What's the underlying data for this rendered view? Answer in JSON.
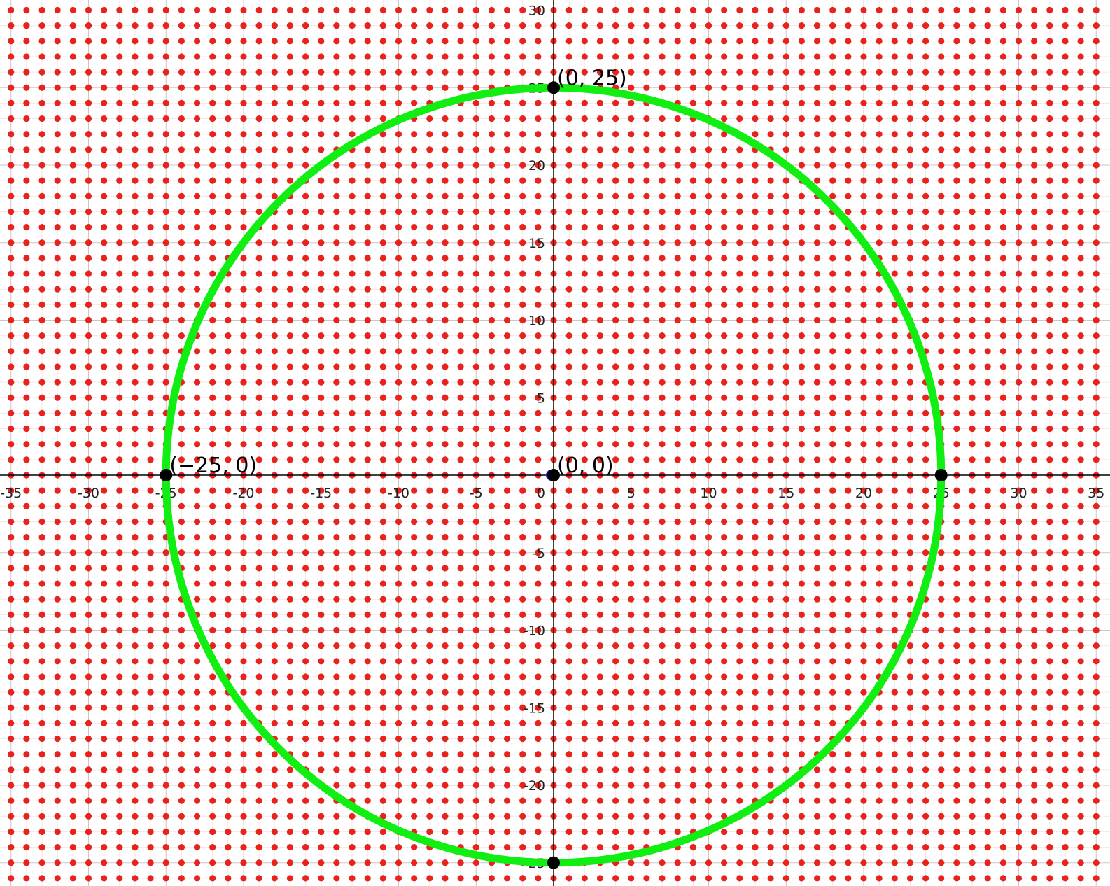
{
  "chart_data": {
    "type": "scatter",
    "title": "",
    "xlabel": "",
    "ylabel": "",
    "xlim": [
      -35,
      35
    ],
    "ylim": [
      -26,
      30
    ],
    "grid": true,
    "legend": "none",
    "x_ticks": [
      -35,
      -30,
      -25,
      -20,
      -15,
      -10,
      -5,
      0,
      5,
      10,
      15,
      20,
      25,
      30,
      35
    ],
    "x_tick_labels": [
      "-35",
      "-30",
      "-25",
      "-20",
      "-15",
      "-10",
      "-5",
      "0",
      "5",
      "10",
      "15",
      "20",
      "25",
      "30",
      "35"
    ],
    "y_ticks": [
      -25,
      -20,
      -15,
      -10,
      -5,
      5,
      10,
      15,
      20,
      25,
      30
    ],
    "y_tick_labels": [
      "-25",
      "-20",
      "-15",
      "-10",
      "-5",
      "5",
      "10",
      "15",
      "20",
      "25",
      "30"
    ],
    "dot_lattice": {
      "spacing": 1,
      "color": "#e8231e",
      "x_range": [
        -35,
        35
      ],
      "y_range": [
        -26,
        30
      ]
    },
    "circle": {
      "center": [
        0,
        0
      ],
      "radius": 25,
      "color": "#11ee11"
    },
    "points": [
      {
        "x": 0,
        "y": 25,
        "label": "(0, 25)",
        "color": "#000000"
      },
      {
        "x": -25,
        "y": 0,
        "label": "(−25, 0)",
        "color": "#000000"
      },
      {
        "x": 0,
        "y": 0,
        "label": "(0, 0)",
        "color": "#000000"
      },
      {
        "x": 25,
        "y": 0,
        "label": "",
        "color": "#000000"
      },
      {
        "x": 0,
        "y": -25,
        "label": "",
        "color": "#000000"
      }
    ],
    "origin_marker_color": "#1a1adc"
  }
}
